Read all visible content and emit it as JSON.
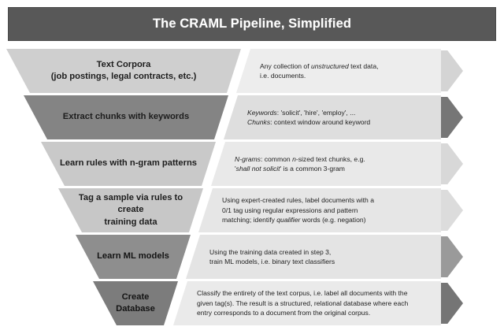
{
  "title": {
    "text": "The CRAML Pipeline, Simplified",
    "bg_color": "#585858",
    "text_color": "#ffffff"
  },
  "palette": {
    "funnel_light": "#cfcfcf",
    "funnel_dark": "#848484",
    "funnel_darkest": "#7f7f7f",
    "desc_light": "#eeeeee",
    "desc_mid": "#e2e2e2",
    "hex_0": "#d6d6d6",
    "hex_5": "#6e6e6e",
    "page_bg": "#ffffff"
  },
  "steps": [
    {
      "number": "0",
      "label_lines": [
        "Text Corpora",
        "(job postings, legal contracts, etc.)"
      ],
      "description_html": "Any collection of <em>unstructured</em> text data,<br>i.e. documents.",
      "funnel_color": "#cfcfcf",
      "desc_color": "#ededed",
      "hex_color": "#d4d4d4"
    },
    {
      "number": "1",
      "label_lines": [
        "Extract chunks with keywords"
      ],
      "description_html": "<em>Keywords</em>: 'solicit', 'hire', 'employ', ...<br><em>Chunks</em>: context window around keyword",
      "funnel_color": "#848484",
      "desc_color": "#dedede",
      "hex_color": "#767676"
    },
    {
      "number": "2",
      "label_lines": [
        "Learn rules with n-gram patterns"
      ],
      "description_html": "<em>N-grams</em>: common <em>n</em>-sized text chunks, e.g.<br>'<em>shall not solicit</em>' is a common 3-gram",
      "funnel_color": "#c9c9c9",
      "desc_color": "#e9e9e9",
      "hex_color": "#d8d8d8"
    },
    {
      "number": "3",
      "label_lines": [
        "Tag a sample via rules to create",
        "training data"
      ],
      "description_html": "Using expert-created rules, label documents with a<br>0/1 tag using regular expressions and pattern<br>matching; identify <em>qualifier</em> words (e.g. negation)",
      "funnel_color": "#c7c7c7",
      "desc_color": "#e6e6e6",
      "hex_color": "#dcdcdc"
    },
    {
      "number": "4",
      "label_lines": [
        "Learn ML models"
      ],
      "description_html": "Using the training data created in step 3,<br>train ML models, i.e. binary text classifiers",
      "funnel_color": "#8e8e8e",
      "desc_color": "#e4e4e4",
      "hex_color": "#9a9a9a"
    },
    {
      "number": "5",
      "label_lines": [
        "Create",
        "Database"
      ],
      "description_html": "Classify the entirety of the text corpus, i.e. label all documents with the<br>given tag(s). The result is a structured, relational database where each<br>entry corresponds to a document from the original corpus.",
      "funnel_color": "#7c7c7c",
      "desc_color": "#eaeaea",
      "hex_color": "#757575"
    }
  ]
}
